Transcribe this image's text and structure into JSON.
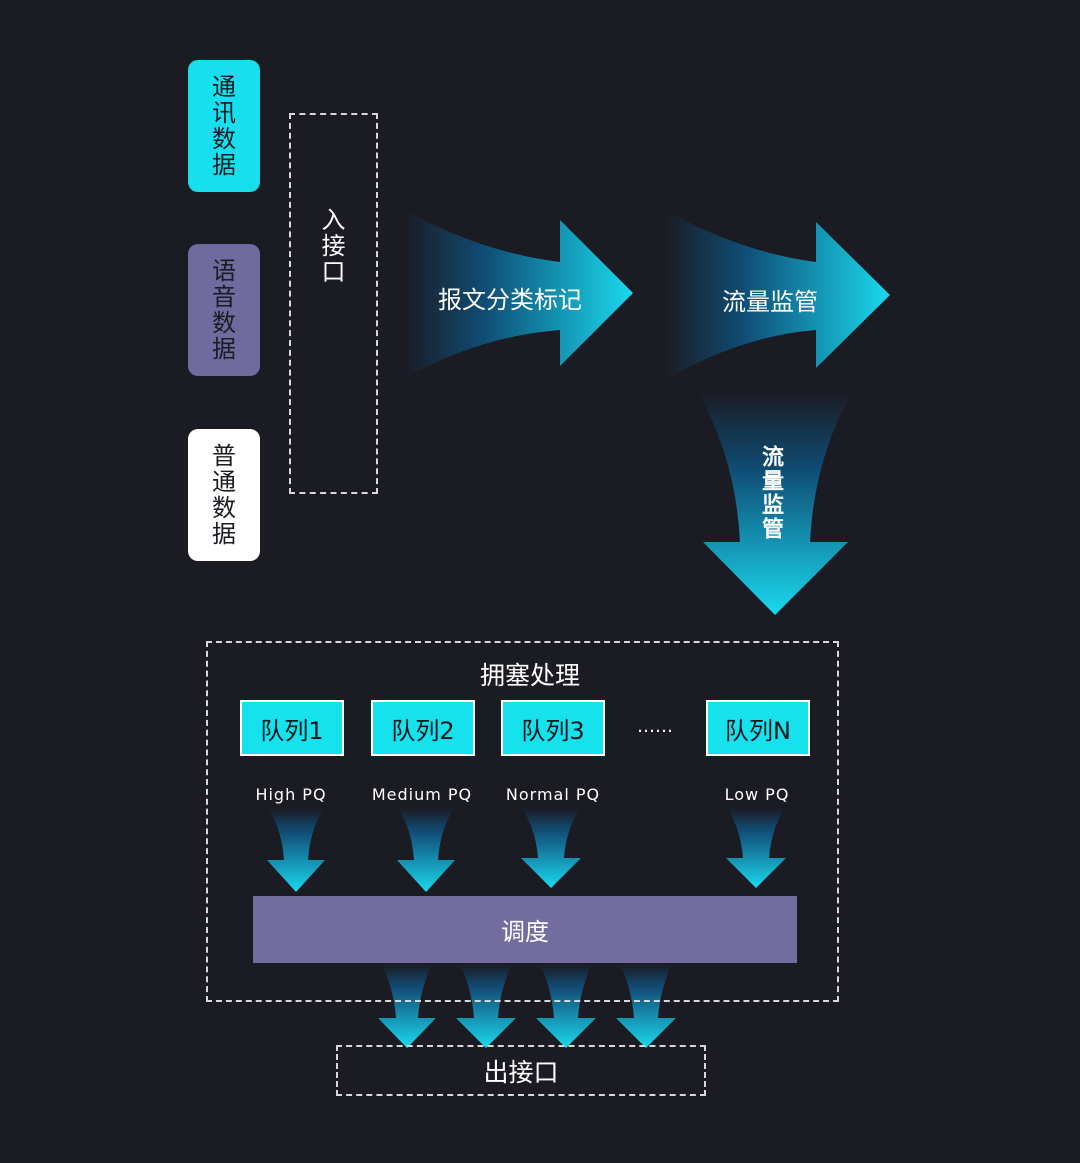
{
  "inputs": {
    "comm": "通讯数据",
    "voice": "语音数据",
    "normal": "普通数据"
  },
  "ingress": "入接口",
  "arrows": {
    "classify": "报文分类标记",
    "policing": "流量监管",
    "policing_down": "流量监管"
  },
  "congestion": {
    "title": "拥塞处理",
    "queues": [
      "队列1",
      "队列2",
      "队列3",
      "队列N"
    ],
    "ellipsis": "……",
    "priorities": [
      "High PQ",
      "Medium PQ",
      "Normal PQ",
      "Low PQ"
    ],
    "scheduler": "调度"
  },
  "egress": "出接口",
  "colors": {
    "background": "#1b1b23",
    "cyan": "#17dfee",
    "purple": "#706b9e",
    "white": "#ffffff",
    "arrow_gradient_start": "#1b1b23",
    "arrow_gradient_end": "#1ad9ef"
  }
}
